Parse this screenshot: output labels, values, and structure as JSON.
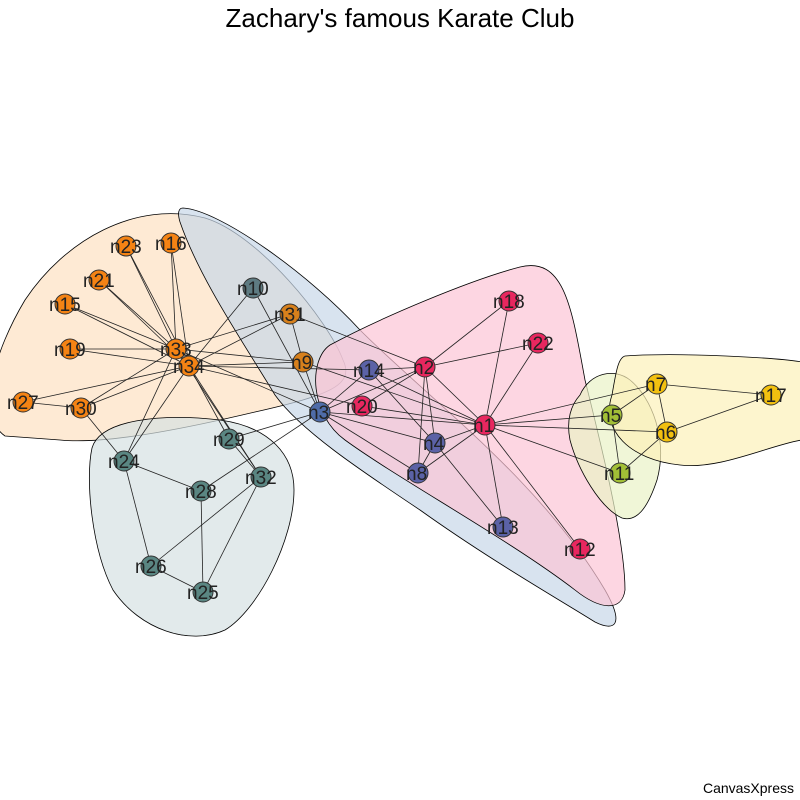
{
  "title": "Zachary's famous Karate Club",
  "watermark": "CanvasXpress",
  "groups": [
    {
      "id": "g-orange",
      "fill": "#fde1c2",
      "stroke": "#000000",
      "members": [
        "n34",
        "n33",
        "n23",
        "n16",
        "n21",
        "n15",
        "n19",
        "n27",
        "n30",
        "n31",
        "n9"
      ]
    },
    {
      "id": "g-blue",
      "fill": "#c7d7e8",
      "stroke": "#000000",
      "members": [
        "n3",
        "n10",
        "n14",
        "n20",
        "n4",
        "n8",
        "n13",
        "n9"
      ]
    },
    {
      "id": "g-slate",
      "fill": "#d6e1e3",
      "stroke": "#000000",
      "members": [
        "n24",
        "n28",
        "n29",
        "n32",
        "n26",
        "n25"
      ]
    },
    {
      "id": "g-pink",
      "fill": "#fcc4d6",
      "stroke": "#000000",
      "members": [
        "n1",
        "n2",
        "n18",
        "n22",
        "n12",
        "n4",
        "n8",
        "n13",
        "n14",
        "n20"
      ]
    },
    {
      "id": "g-lime",
      "fill": "#e9f2c6",
      "stroke": "#000000",
      "members": [
        "n5",
        "n11"
      ]
    },
    {
      "id": "g-yellow",
      "fill": "#fcf1b9",
      "stroke": "#000000",
      "members": [
        "n7",
        "n17",
        "n6"
      ]
    }
  ],
  "nodes": [
    {
      "id": "n1",
      "label": "n1",
      "color": "#e8275f"
    },
    {
      "id": "n2",
      "label": "n2",
      "color": "#e8275f"
    },
    {
      "id": "n3",
      "label": "n3",
      "color": "#4f6ca8"
    },
    {
      "id": "n4",
      "label": "n4",
      "color": "#5b62a6"
    },
    {
      "id": "n5",
      "label": "n5",
      "color": "#a2bf36"
    },
    {
      "id": "n6",
      "label": "n6",
      "color": "#f2c010"
    },
    {
      "id": "n7",
      "label": "n7",
      "color": "#f2c010"
    },
    {
      "id": "n8",
      "label": "n8",
      "color": "#5b62a6"
    },
    {
      "id": "n9",
      "label": "n9",
      "color": "#d7801c"
    },
    {
      "id": "n10",
      "label": "n10",
      "color": "#5e7b82"
    },
    {
      "id": "n11",
      "label": "n11",
      "color": "#a2bf36"
    },
    {
      "id": "n12",
      "label": "n12",
      "color": "#e8275f"
    },
    {
      "id": "n13",
      "label": "n13",
      "color": "#5b62a6"
    },
    {
      "id": "n14",
      "label": "n14",
      "color": "#5b62a6"
    },
    {
      "id": "n15",
      "label": "n15",
      "color": "#f48314"
    },
    {
      "id": "n16",
      "label": "n16",
      "color": "#f48314"
    },
    {
      "id": "n17",
      "label": "n17",
      "color": "#f2c010"
    },
    {
      "id": "n18",
      "label": "n18",
      "color": "#e8275f"
    },
    {
      "id": "n19",
      "label": "n19",
      "color": "#f48314"
    },
    {
      "id": "n20",
      "label": "n20",
      "color": "#e8275f"
    },
    {
      "id": "n21",
      "label": "n21",
      "color": "#f48314"
    },
    {
      "id": "n22",
      "label": "n22",
      "color": "#e8275f"
    },
    {
      "id": "n23",
      "label": "n23",
      "color": "#f48314"
    },
    {
      "id": "n24",
      "label": "n24",
      "color": "#5a8682"
    },
    {
      "id": "n25",
      "label": "n25",
      "color": "#5a8682"
    },
    {
      "id": "n26",
      "label": "n26",
      "color": "#5a8682"
    },
    {
      "id": "n27",
      "label": "n27",
      "color": "#f48314"
    },
    {
      "id": "n28",
      "label": "n28",
      "color": "#5a8682"
    },
    {
      "id": "n29",
      "label": "n29",
      "color": "#5a8682"
    },
    {
      "id": "n30",
      "label": "n30",
      "color": "#f48314"
    },
    {
      "id": "n31",
      "label": "n31",
      "color": "#d7801c"
    },
    {
      "id": "n32",
      "label": "n32",
      "color": "#5a8682"
    },
    {
      "id": "n33",
      "label": "n33",
      "color": "#f48314"
    },
    {
      "id": "n34",
      "label": "n34",
      "color": "#f48314"
    }
  ],
  "edges": [
    [
      "n1",
      "n2"
    ],
    [
      "n1",
      "n3"
    ],
    [
      "n1",
      "n4"
    ],
    [
      "n1",
      "n5"
    ],
    [
      "n1",
      "n6"
    ],
    [
      "n1",
      "n7"
    ],
    [
      "n1",
      "n8"
    ],
    [
      "n1",
      "n9"
    ],
    [
      "n1",
      "n11"
    ],
    [
      "n1",
      "n12"
    ],
    [
      "n1",
      "n13"
    ],
    [
      "n1",
      "n14"
    ],
    [
      "n1",
      "n18"
    ],
    [
      "n1",
      "n20"
    ],
    [
      "n1",
      "n22"
    ],
    [
      "n2",
      "n3"
    ],
    [
      "n2",
      "n4"
    ],
    [
      "n2",
      "n8"
    ],
    [
      "n2",
      "n14"
    ],
    [
      "n2",
      "n18"
    ],
    [
      "n2",
      "n20"
    ],
    [
      "n2",
      "n22"
    ],
    [
      "n2",
      "n31"
    ],
    [
      "n3",
      "n4"
    ],
    [
      "n3",
      "n8"
    ],
    [
      "n3",
      "n9"
    ],
    [
      "n3",
      "n10"
    ],
    [
      "n3",
      "n14"
    ],
    [
      "n3",
      "n28"
    ],
    [
      "n3",
      "n29"
    ],
    [
      "n3",
      "n33"
    ],
    [
      "n4",
      "n8"
    ],
    [
      "n4",
      "n13"
    ],
    [
      "n4",
      "n14"
    ],
    [
      "n5",
      "n7"
    ],
    [
      "n5",
      "n11"
    ],
    [
      "n6",
      "n7"
    ],
    [
      "n6",
      "n11"
    ],
    [
      "n6",
      "n17"
    ],
    [
      "n7",
      "n17"
    ],
    [
      "n9",
      "n31"
    ],
    [
      "n9",
      "n33"
    ],
    [
      "n9",
      "n34"
    ],
    [
      "n10",
      "n34"
    ],
    [
      "n14",
      "n34"
    ],
    [
      "n15",
      "n33"
    ],
    [
      "n15",
      "n34"
    ],
    [
      "n16",
      "n33"
    ],
    [
      "n16",
      "n34"
    ],
    [
      "n19",
      "n33"
    ],
    [
      "n19",
      "n34"
    ],
    [
      "n20",
      "n34"
    ],
    [
      "n21",
      "n33"
    ],
    [
      "n21",
      "n34"
    ],
    [
      "n23",
      "n33"
    ],
    [
      "n23",
      "n34"
    ],
    [
      "n24",
      "n26"
    ],
    [
      "n24",
      "n28"
    ],
    [
      "n24",
      "n30"
    ],
    [
      "n24",
      "n33"
    ],
    [
      "n24",
      "n34"
    ],
    [
      "n25",
      "n26"
    ],
    [
      "n25",
      "n28"
    ],
    [
      "n25",
      "n32"
    ],
    [
      "n26",
      "n32"
    ],
    [
      "n27",
      "n30"
    ],
    [
      "n27",
      "n34"
    ],
    [
      "n29",
      "n32"
    ],
    [
      "n29",
      "n34"
    ],
    [
      "n30",
      "n33"
    ],
    [
      "n30",
      "n34"
    ],
    [
      "n31",
      "n33"
    ],
    [
      "n31",
      "n34"
    ],
    [
      "n32",
      "n33"
    ],
    [
      "n32",
      "n34"
    ],
    [
      "n33",
      "n34"
    ]
  ]
}
